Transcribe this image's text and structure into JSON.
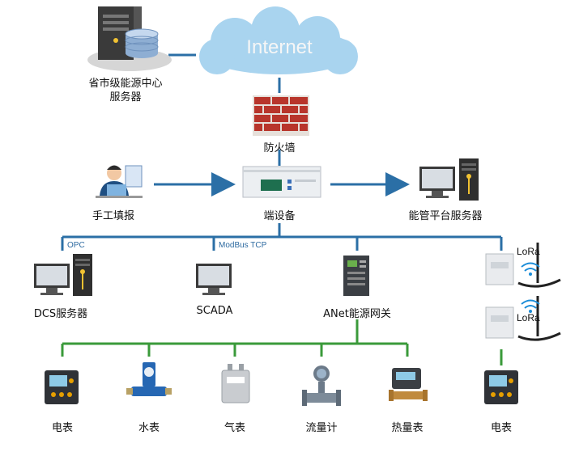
{
  "cloud": {
    "label": "Internet"
  },
  "nodes": {
    "province_server": {
      "line1": "省市级能源中心",
      "line2": "服务器"
    },
    "firewall": {
      "label": "防火墙"
    },
    "manual_entry": {
      "label": "手工填报"
    },
    "edge_device": {
      "label": "端设备"
    },
    "platform_server": {
      "label": "能管平台服务器"
    },
    "dcs_server": {
      "label": "DCS服务器"
    },
    "scada": {
      "label": "SCADA"
    },
    "gateway": {
      "label": "ANet能源网关"
    },
    "lora_top": {
      "label": "LoRa"
    },
    "lora_bottom": {
      "label": "LoRa"
    },
    "meter_electric": {
      "label": "电表"
    },
    "meter_water": {
      "label": "水表"
    },
    "meter_gas": {
      "label": "气表"
    },
    "meter_flow": {
      "label": "流量计"
    },
    "meter_heat": {
      "label": "热量表"
    },
    "meter_electric_right": {
      "label": "电表"
    }
  },
  "protocols": {
    "opc": "OPC",
    "modbus": "ModBus TCP"
  },
  "colors": {
    "blue_line": "#2b6fa6",
    "green_line": "#3a9a3a",
    "cloud": "#a9d4ef",
    "brick": "#b8352b"
  }
}
